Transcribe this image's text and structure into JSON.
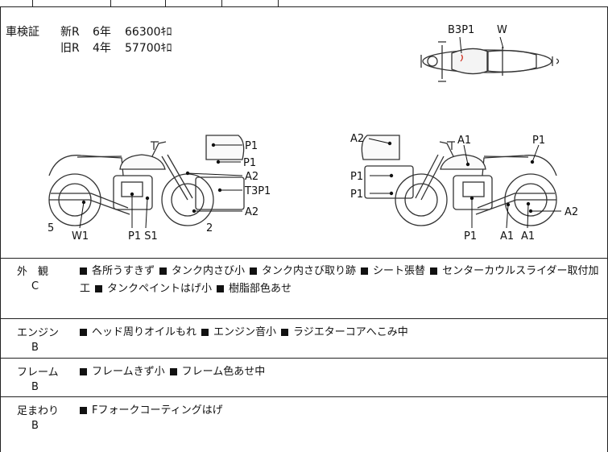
{
  "shaken": {
    "label": "車検証",
    "rows": [
      {
        "type": "新R",
        "years": "6年",
        "price": "66300ｷﾛ"
      },
      {
        "type": "旧R",
        "years": "4年",
        "price": "57700ｷﾛ"
      }
    ]
  },
  "top_view": {
    "labels": [
      "B3P1",
      "W"
    ]
  },
  "left_side": {
    "labels": [
      "P1",
      "P1",
      "A2",
      "T3P1",
      "A2",
      "5",
      "W1",
      "P1 S1",
      "2"
    ]
  },
  "right_side": {
    "labels": [
      "A2",
      "A1",
      "P1",
      "P1",
      "P1",
      "A2",
      "P1",
      "A1",
      "A1"
    ]
  },
  "sections": [
    {
      "name": "外　観",
      "grade": "C",
      "items": [
        "各所うすきず",
        "タンク内さび小",
        "タンク内さび取り跡",
        "シート張替",
        "センターカウルスライダー取付加工",
        "タンクペイントはげ小",
        "樹脂部色あせ"
      ]
    },
    {
      "name": "エンジン",
      "grade": "B",
      "items": [
        "ヘッド周りオイルもれ",
        "エンジン音小",
        "ラジエターコアへこみ中"
      ]
    },
    {
      "name": "フレーム",
      "grade": "B",
      "items": [
        "フレームきず小",
        "フレーム色あせ中"
      ]
    },
    {
      "name": "足まわり",
      "grade": "B",
      "items": [
        "Fフォークコーティングはげ"
      ]
    }
  ]
}
